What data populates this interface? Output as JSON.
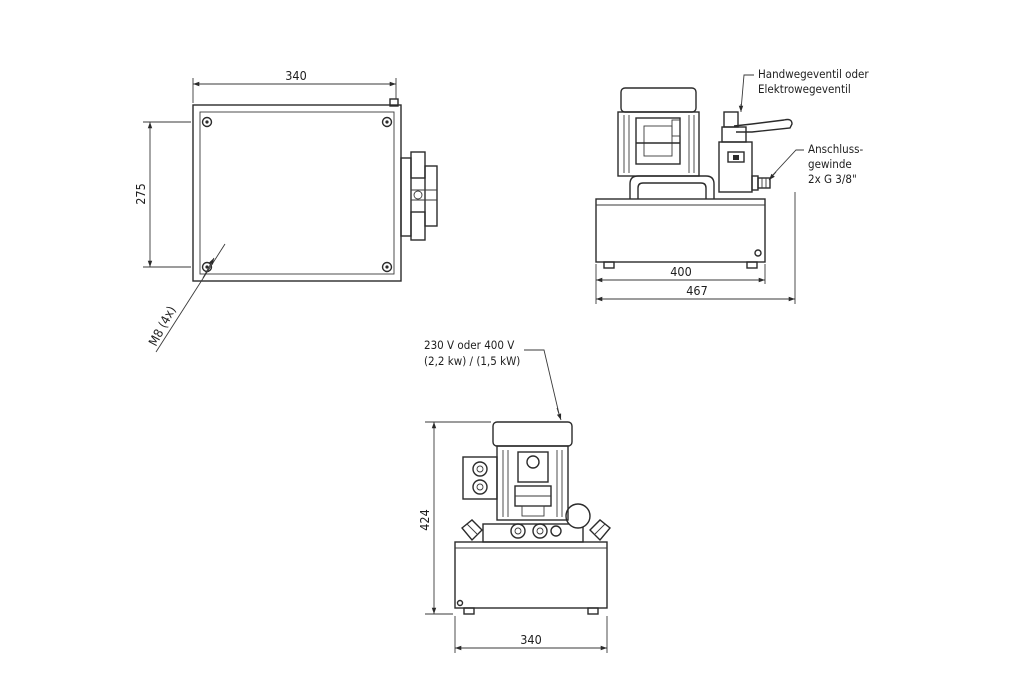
{
  "top_view": {
    "width_label": "340",
    "depth_label": "275",
    "bolt_label": "M8 (4x)"
  },
  "side_view": {
    "valve_label_line1": "Handwegeventil oder",
    "valve_label_line2": "Elektrowegeventil",
    "port_label_line1": "Anschluss-",
    "port_label_line2": "gewinde",
    "port_label_line3": "2x G 3/8\"",
    "inner_width_label": "400",
    "outer_width_label": "467"
  },
  "front_view": {
    "motor_label_line1": "230 V oder 400 V",
    "motor_label_line2": "(2,2 kw) / (1,5 kW)",
    "height_label": "424",
    "width_label": "340"
  }
}
